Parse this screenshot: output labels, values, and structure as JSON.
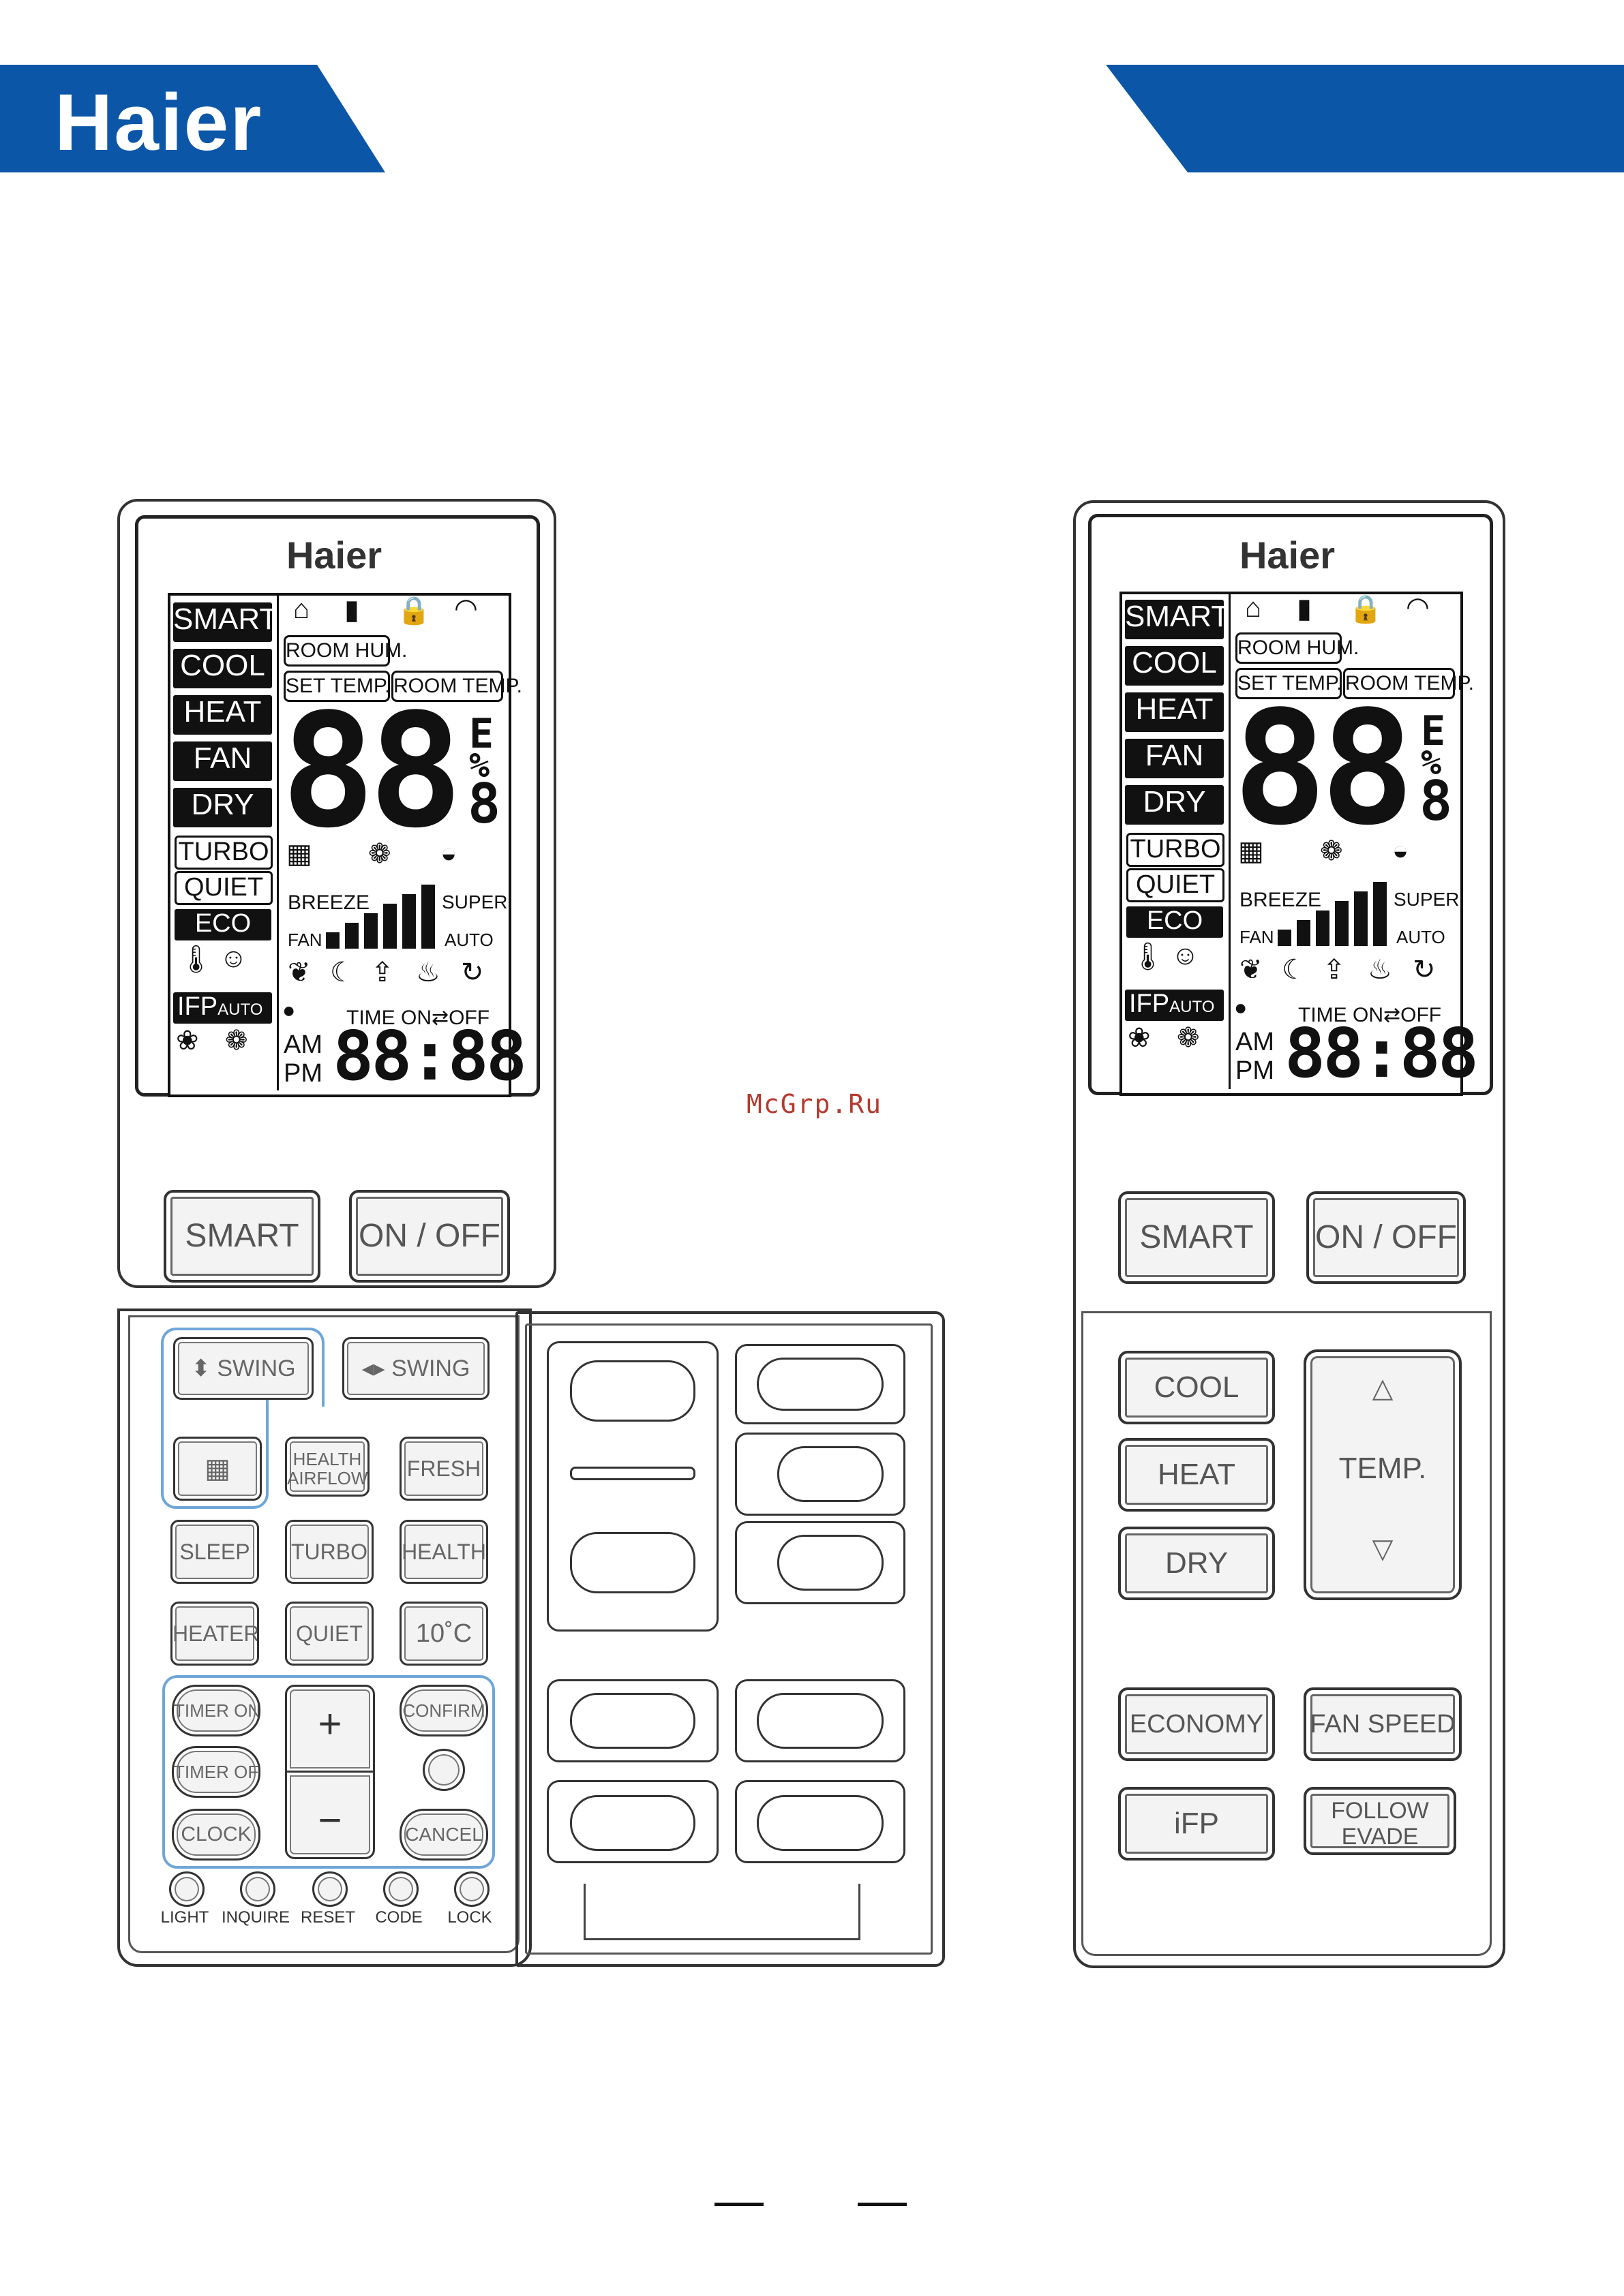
{
  "brand": "Haier",
  "watermark": "McGrp.Ru",
  "lcd": {
    "modes": [
      "SMART",
      "COOL",
      "HEAT",
      "FAN",
      "DRY"
    ],
    "turbo": "TURBO",
    "quiet": "QUIET",
    "eco": "ECO",
    "ifp": "IFP",
    "ifp_auto": "AUTO",
    "room_hum": "ROOM HUM.",
    "set_temp": "SET TEMP.",
    "room_temp": "ROOM TEMP.",
    "digits": "88",
    "digit_small": "8",
    "unit_top": "E",
    "unit_pct": "%",
    "breeze": "BREEZE",
    "super": "SUPER",
    "fan": "FAN",
    "auto": "AUTO",
    "time_label": "TIME ON⇄OFF",
    "am": "AM",
    "pm": "PM",
    "clock": "88:88"
  },
  "top_buttons": {
    "smart": "SMART",
    "onoff": "ON / OFF"
  },
  "left_keys": {
    "swing_v": "⬍ SWING",
    "swing_h": "◂▸ SWING",
    "health_airflow_1": "HEALTH",
    "health_airflow_2": "AIRFLOW",
    "fresh": "FRESH",
    "sleep": "SLEEP",
    "turbo": "TURBO",
    "health": "HEALTH",
    "heater": "HEATER",
    "quiet": "QUIET",
    "ten_c": "10˚C",
    "timer_on": "TIMER ON",
    "timer_off": "TIMER OFF",
    "clock": "CLOCK",
    "plus": "+",
    "minus": "−",
    "confirm": "CONFIRM",
    "cancel": "CANCEL",
    "small": [
      "LIGHT",
      "INQUIRE",
      "RESET",
      "CODE",
      "LOCK"
    ]
  },
  "right_keys": {
    "cool": "COOL",
    "heat": "HEAT",
    "dry": "DRY",
    "temp": "TEMP.",
    "economy": "ECONOMY",
    "fan_speed": "FAN SPEED",
    "ifp": "iFP",
    "follow": "FOLLOW",
    "evade": "EVADE"
  }
}
